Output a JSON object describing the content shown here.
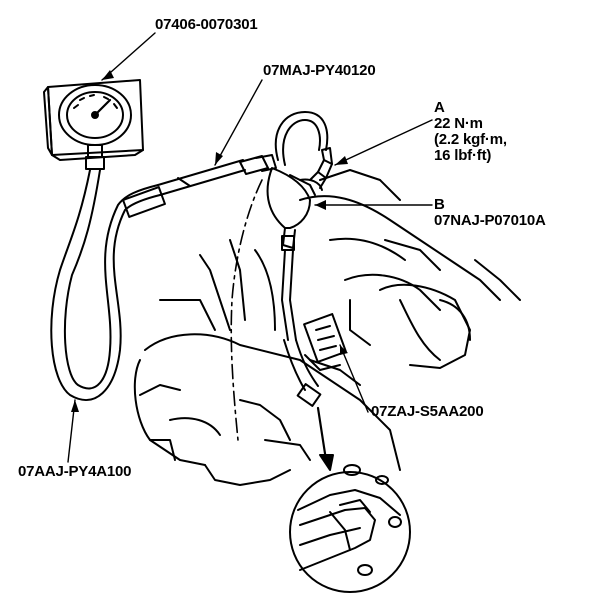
{
  "callouts": {
    "gauge": "07406-0070301",
    "hose": "07MAJ-PY40120",
    "a": {
      "letter": "A",
      "torque_line1": "22 N·m",
      "torque_line2": "(2.2 kgf·m,",
      "torque_line3": "16 lbf·ft)"
    },
    "b": {
      "letter": "B",
      "part": "07NAJ-P07010A"
    },
    "adapter": "07ZAJ-S5AA200",
    "gauge_hose": "07AAJ-PY4A100"
  },
  "colors": {
    "line": "#000000",
    "background": "#ffffff"
  }
}
